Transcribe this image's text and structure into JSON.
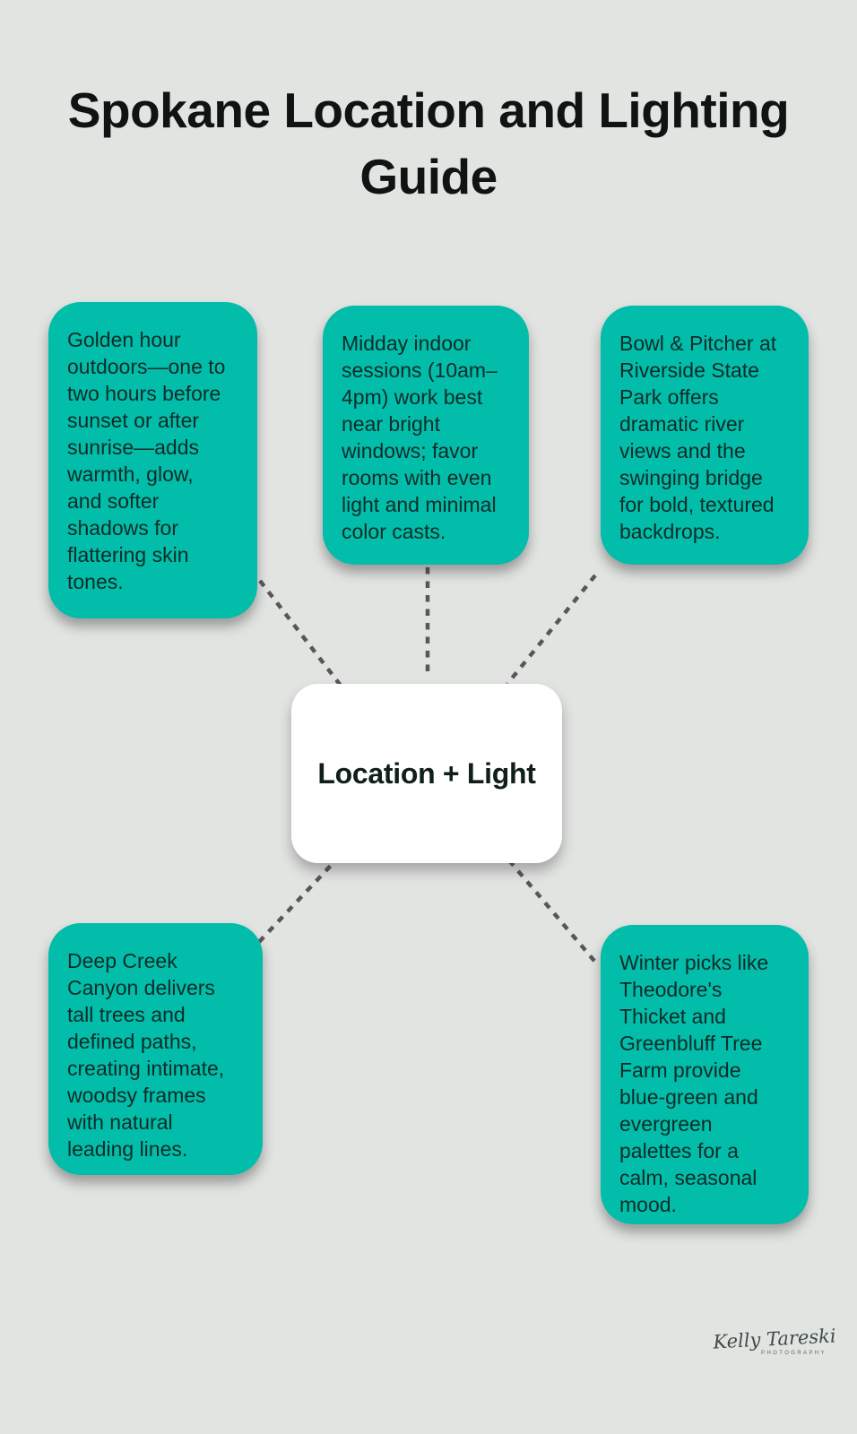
{
  "title": "Spokane Location and Lighting\nGuide",
  "center": {
    "label": "Location + Light"
  },
  "nodes": [
    {
      "id": "golden-hour",
      "text": "Golden hour\noutdoors—one to\ntwo hours before\nsunset or after\nsunrise—adds\nwarmth, glow,\nand softer\nshadows for\nflattering skin\ntones."
    },
    {
      "id": "midday-indoor",
      "text": "Midday indoor\nsessions (10am–\n4pm) work best\nnear bright\nwindows; favor\nrooms with even\nlight and minimal\ncolor casts."
    },
    {
      "id": "bowl-pitcher",
      "text": "Bowl & Pitcher at\nRiverside State\nPark offers\ndramatic river\nviews and the\nswinging bridge\nfor bold, textured\nbackdrops."
    },
    {
      "id": "deep-creek",
      "text": "Deep Creek\nCanyon delivers\ntall trees and\ndefined paths,\ncreating intimate,\nwoodsy frames\nwith natural\nleading lines."
    },
    {
      "id": "winter-picks",
      "text": "Winter picks like\nTheodore's\nThicket and\nGreenbluff Tree\nFarm provide\nblue-green and\nevergreen\npalettes for a\ncalm, seasonal\nmood."
    }
  ],
  "signature": {
    "name": "Kelly Tareski",
    "subtitle": "PHOTOGRAPHY"
  },
  "colors": {
    "background": "#e2e4e2",
    "node_fill": "#02bda9",
    "node_text": "#0d2c29",
    "center_fill": "#ffffff",
    "center_text": "#101f1c",
    "connector": "#575757",
    "title_text": "#101311"
  }
}
